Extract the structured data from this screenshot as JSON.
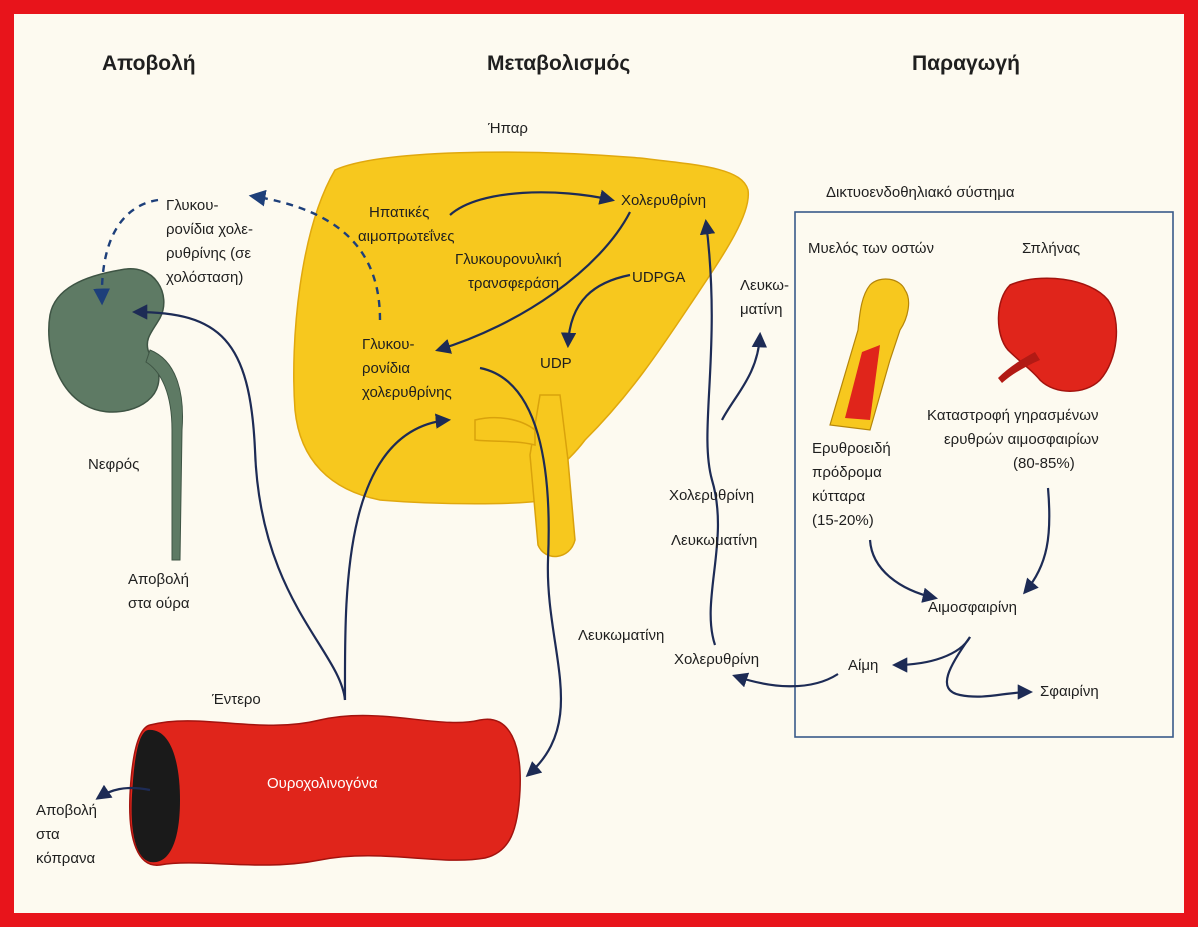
{
  "headers": {
    "excretion": "Αποβολή",
    "metabolism": "Μεταβολισμός",
    "production": "Παραγωγή"
  },
  "liver": {
    "title": "Ήπαρ",
    "hepatic_proteins_1": "Ηπατικές",
    "hepatic_proteins_2": "αιμοπρωτεΐνες",
    "bilirubin": "Χολερυθρίνη",
    "transferase_1": "Γλυκουρονυλική",
    "transferase_2": "τρανσφεράση",
    "udpga": "UDPGA",
    "udp": "UDP",
    "glucuronides_1": "Γλυκου-",
    "glucuronides_2": "ρονίδια",
    "glucuronides_3": "χολερυθρίνης"
  },
  "kidney": {
    "glucuronides_1": "Γλυκου-",
    "glucuronides_2": "ρονίδια χολε-",
    "glucuronides_3": "ρυθρίνης (σε",
    "glucuronides_4": "χολόσταση)",
    "name": "Νεφρός",
    "excretion_1": "Αποβολή",
    "excretion_2": "στα ούρα"
  },
  "blood": {
    "albumin_top_1": "Λευκω-",
    "albumin_top_2": "ματίνη",
    "bilirubin_mid": "Χολερυθρίνη",
    "albumin_mid": "Λευκωματίνη",
    "albumin_left": "Λευκωματίνη",
    "bilirubin_low": "Χολερυθρίνη"
  },
  "intestine": {
    "title": "Έντερο",
    "content": "Ουροχολινογόνα",
    "excretion_1": "Αποβολή",
    "excretion_2": "στα",
    "excretion_3": "κόπρανα"
  },
  "res": {
    "title": "Δικτυοενδοθηλιακό σύστημα",
    "marrow": "Μυελός των οστών",
    "spleen": "Σπλήνας",
    "destruction_1": "Καταστροφή γηρασμένων",
    "destruction_2": "ερυθρών αιμοσφαιρίων",
    "destruction_3": "(80-85%)",
    "precursors_1": "Ερυθροειδή",
    "precursors_2": "πρόδρομα",
    "precursors_3": "κύτταρα",
    "precursors_4": "(15-20%)",
    "hemoglobin": "Αιμοσφαιρίνη",
    "heme": "Αίμη",
    "globin": "Σφαιρίνη"
  },
  "colors": {
    "frame": "#e8141b",
    "liver": "#f7c81e",
    "organ_red": "#e0251b",
    "kidney": "#5e7a64",
    "arrow": "#1d2b55"
  }
}
